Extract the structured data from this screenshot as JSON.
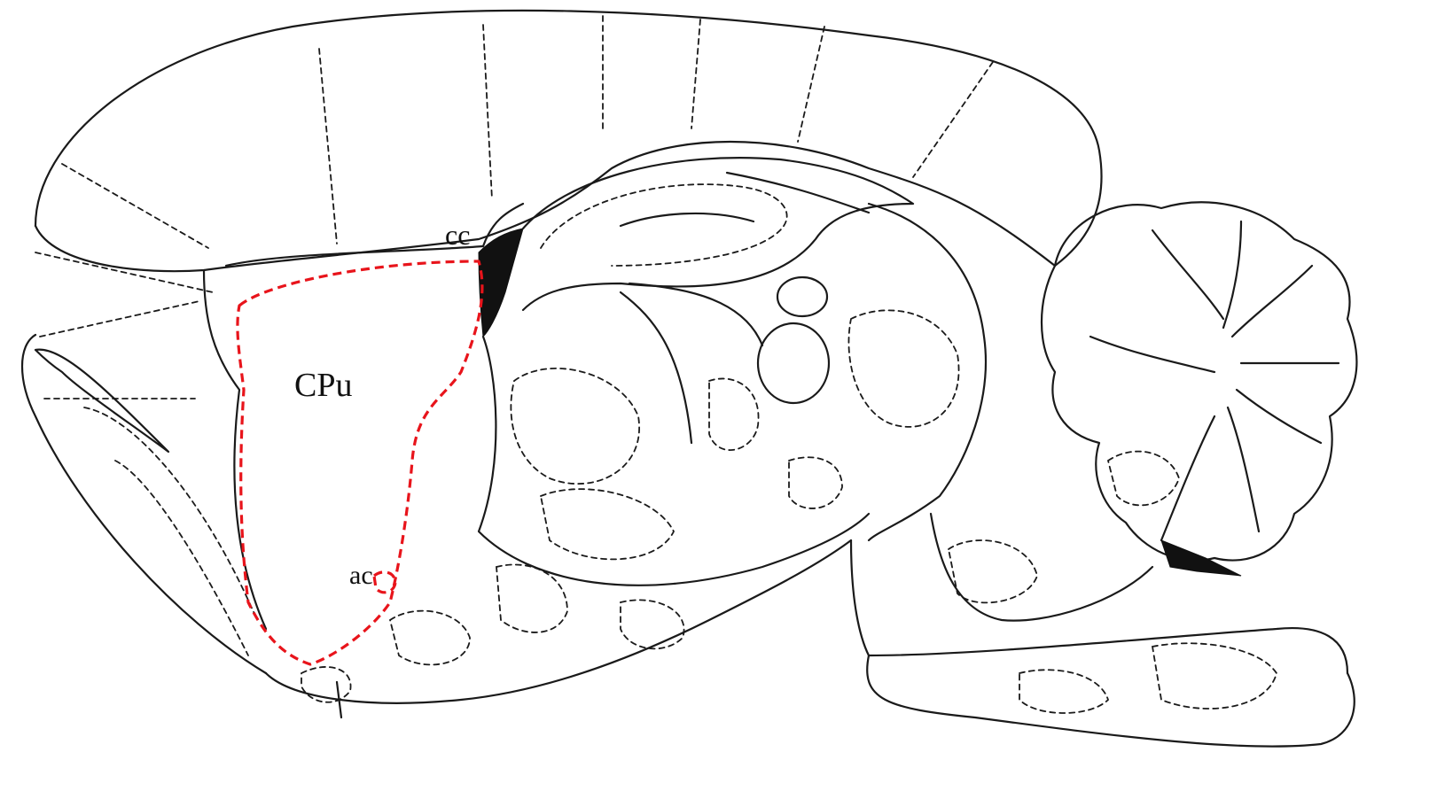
{
  "labels": {
    "cc": "cc",
    "cpu": "CPu",
    "ac": "ac"
  },
  "colors": {
    "outline": "#1a1a1a",
    "region_highlight": "#e8141b",
    "ventricle_fill": "#111111",
    "background": "#ffffff"
  }
}
